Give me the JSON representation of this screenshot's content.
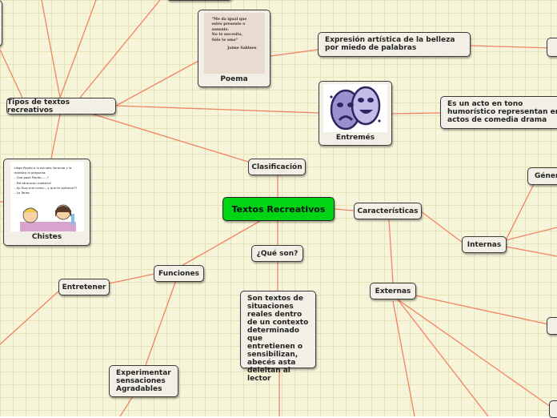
{
  "nodes": {
    "central": "Textos Recreativos",
    "clasificacion": "Clasificación",
    "que_son": "¿Qué son?",
    "que_son_text": "Son textos de situaciones reales dentro de un contexto determinado que entretienen o sensibilizan, abecés asta deleitan al lector",
    "caracteristicas": "Características",
    "internas": "Internas",
    "externas": "Externas",
    "genero": "Género",
    "funciones": "Funciones",
    "entretener": "Entretener",
    "experimentar": "Experimentar sensaciones Agradables",
    "tipos": "Tipos de textos recreativos",
    "poema": "Poema",
    "poema_text": "Expresión artística de la belleza por miedo de palabras",
    "entremes": "Entremés",
    "entremes_text": "Es un acto en tono humorístico representan en actos de comedia drama",
    "chistes": "Chistes"
  },
  "images": {
    "poema_card": {
      "icon": "poem-card-image",
      "lines": [
        "\"Me da igual que",
        "estés presente o",
        "ausente.",
        "No te necesito,",
        "Sólo te amo\"",
        "Jaime Sabines"
      ]
    },
    "chistes_card": {
      "icon": "joke-cartoon-image",
      "lines": [
        "Llega Pepito a la escuela llorando y la",
        "maestra le pregunta:",
        "– Que pasó Pepito......?",
        "– Me atracaron maestra!",
        "– Ay Dios mio como....y que te quitaron??",
        "– La Tarea."
      ]
    },
    "entremes_icon": "theater-masks-icon"
  },
  "colors": {
    "main_node": "#00d414",
    "connector": "#f28264",
    "canvas": "#f7f5d9"
  }
}
